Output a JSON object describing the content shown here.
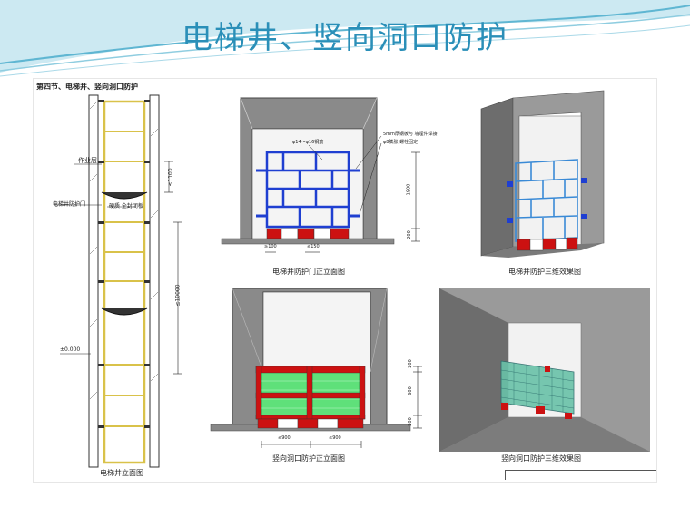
{
  "slide": {
    "title": "电梯井、竖向洞口防护",
    "section_heading": "第四节、电梯井、竖向洞口防护"
  },
  "shaft_elevation": {
    "caption": "电梯井立面图",
    "labels": {
      "work_floor": "作业层",
      "shaft_door": "电梯井防护门",
      "net": "硬质 全封闭板",
      "dim_1100": "≤1100",
      "dim_10000": "≤10000",
      "level_zero": "±0.000"
    }
  },
  "door_front": {
    "caption": "电梯井防护门正立面图",
    "labels": {
      "steel_bar": "φ14～φ16钢筋",
      "plate_note": "5mm厚钢板与 墙埋件焊接",
      "bolt_note": "φ8膨胀 螺栓固定",
      "dim_1800": "1800",
      "dim_200": "200",
      "dim_100": "≥100",
      "dim_150": "≤150"
    }
  },
  "door_3d": {
    "caption": "电梯井防护三维效果图"
  },
  "opening_front": {
    "caption": "竖向洞口防护正立面图",
    "labels": {
      "dim_left": "≤900",
      "dim_right": "≤900",
      "dim_top": "200",
      "dim_mid": "600",
      "dim_bottom": "200"
    }
  },
  "opening_3d": {
    "caption": "竖向洞口防护三维效果图"
  },
  "colors": {
    "title": "#2a8fb8",
    "steel_blue": "#1f3fd1",
    "guard_red": "#cc1111",
    "mesh_green": "#5fe07a",
    "wall_gray": "#8a8a8a",
    "shaft_frame": "#d9c24a"
  }
}
